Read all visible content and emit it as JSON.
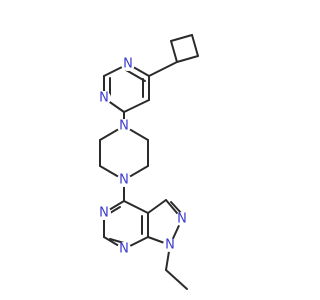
{
  "molecule": {
    "atoms": [
      {
        "id": "n_pyr_top",
        "label": "N"
      },
      {
        "id": "n_pyr_left",
        "label": "N"
      },
      {
        "id": "n_pip_top",
        "label": "N"
      },
      {
        "id": "n_pip_bottom",
        "label": "N"
      },
      {
        "id": "n_pur_1",
        "label": "N"
      },
      {
        "id": "n_pur_3",
        "label": "N"
      },
      {
        "id": "n_pur_7",
        "label": "N"
      },
      {
        "id": "n_pur_9",
        "label": "N"
      }
    ],
    "colors": {
      "bond": "#2b2b2b",
      "nitrogen": "#3a3ad0",
      "background": "#ffffff"
    }
  }
}
